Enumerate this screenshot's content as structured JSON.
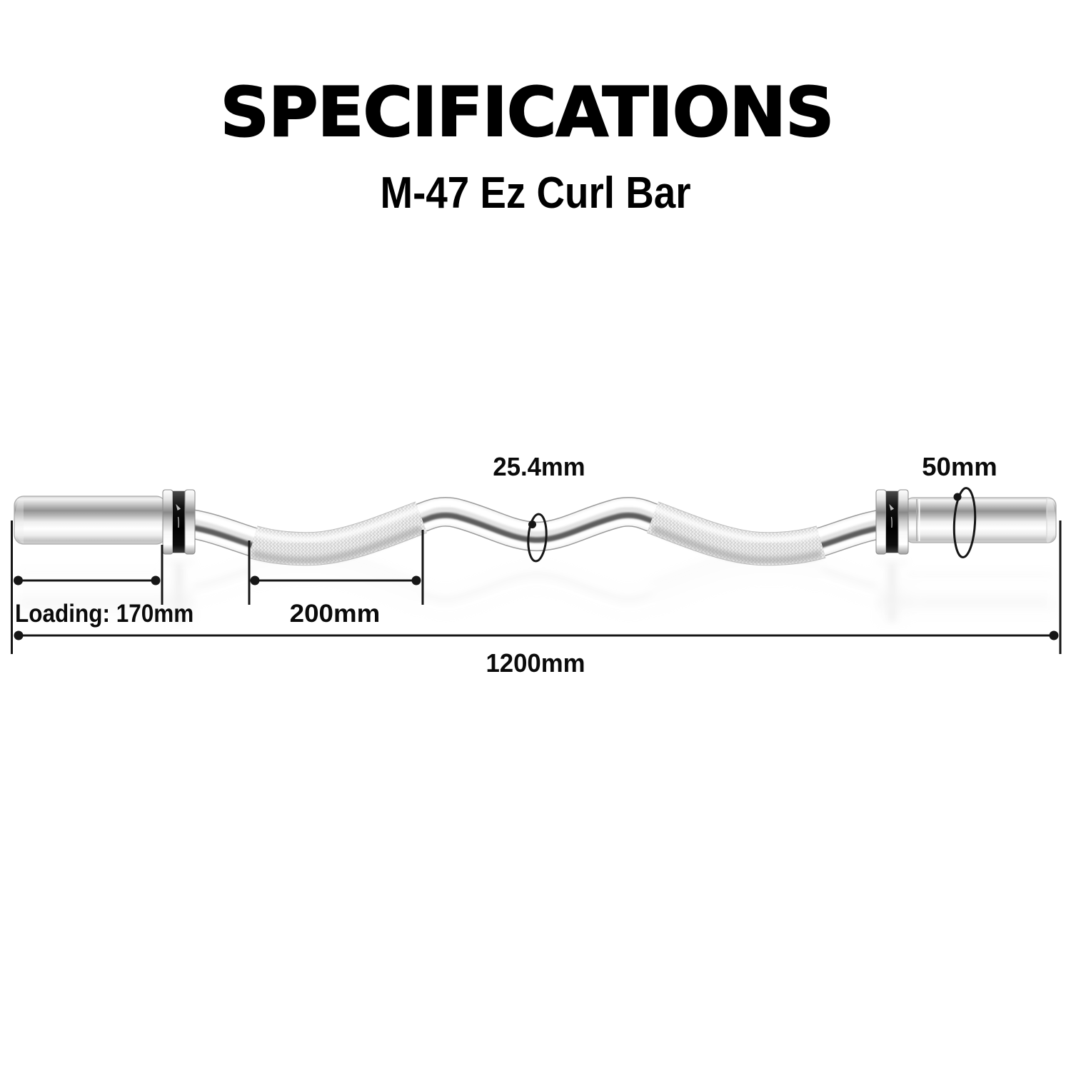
{
  "page": {
    "title": "SPECIFICATIONS",
    "subtitle": "M-47 Ez Curl Bar",
    "background_color": "#ffffff",
    "text_color": "#000000"
  },
  "diagram": {
    "product_name": "Ez Curl Bar",
    "model": "M-47",
    "line_color": "#1a1a1a",
    "measurements": {
      "shaft_diameter": "25.4mm",
      "sleeve_diameter": "50mm",
      "loading_length": "Loading: 170mm",
      "grip_length": "200mm",
      "total_length": "1200mm"
    }
  }
}
